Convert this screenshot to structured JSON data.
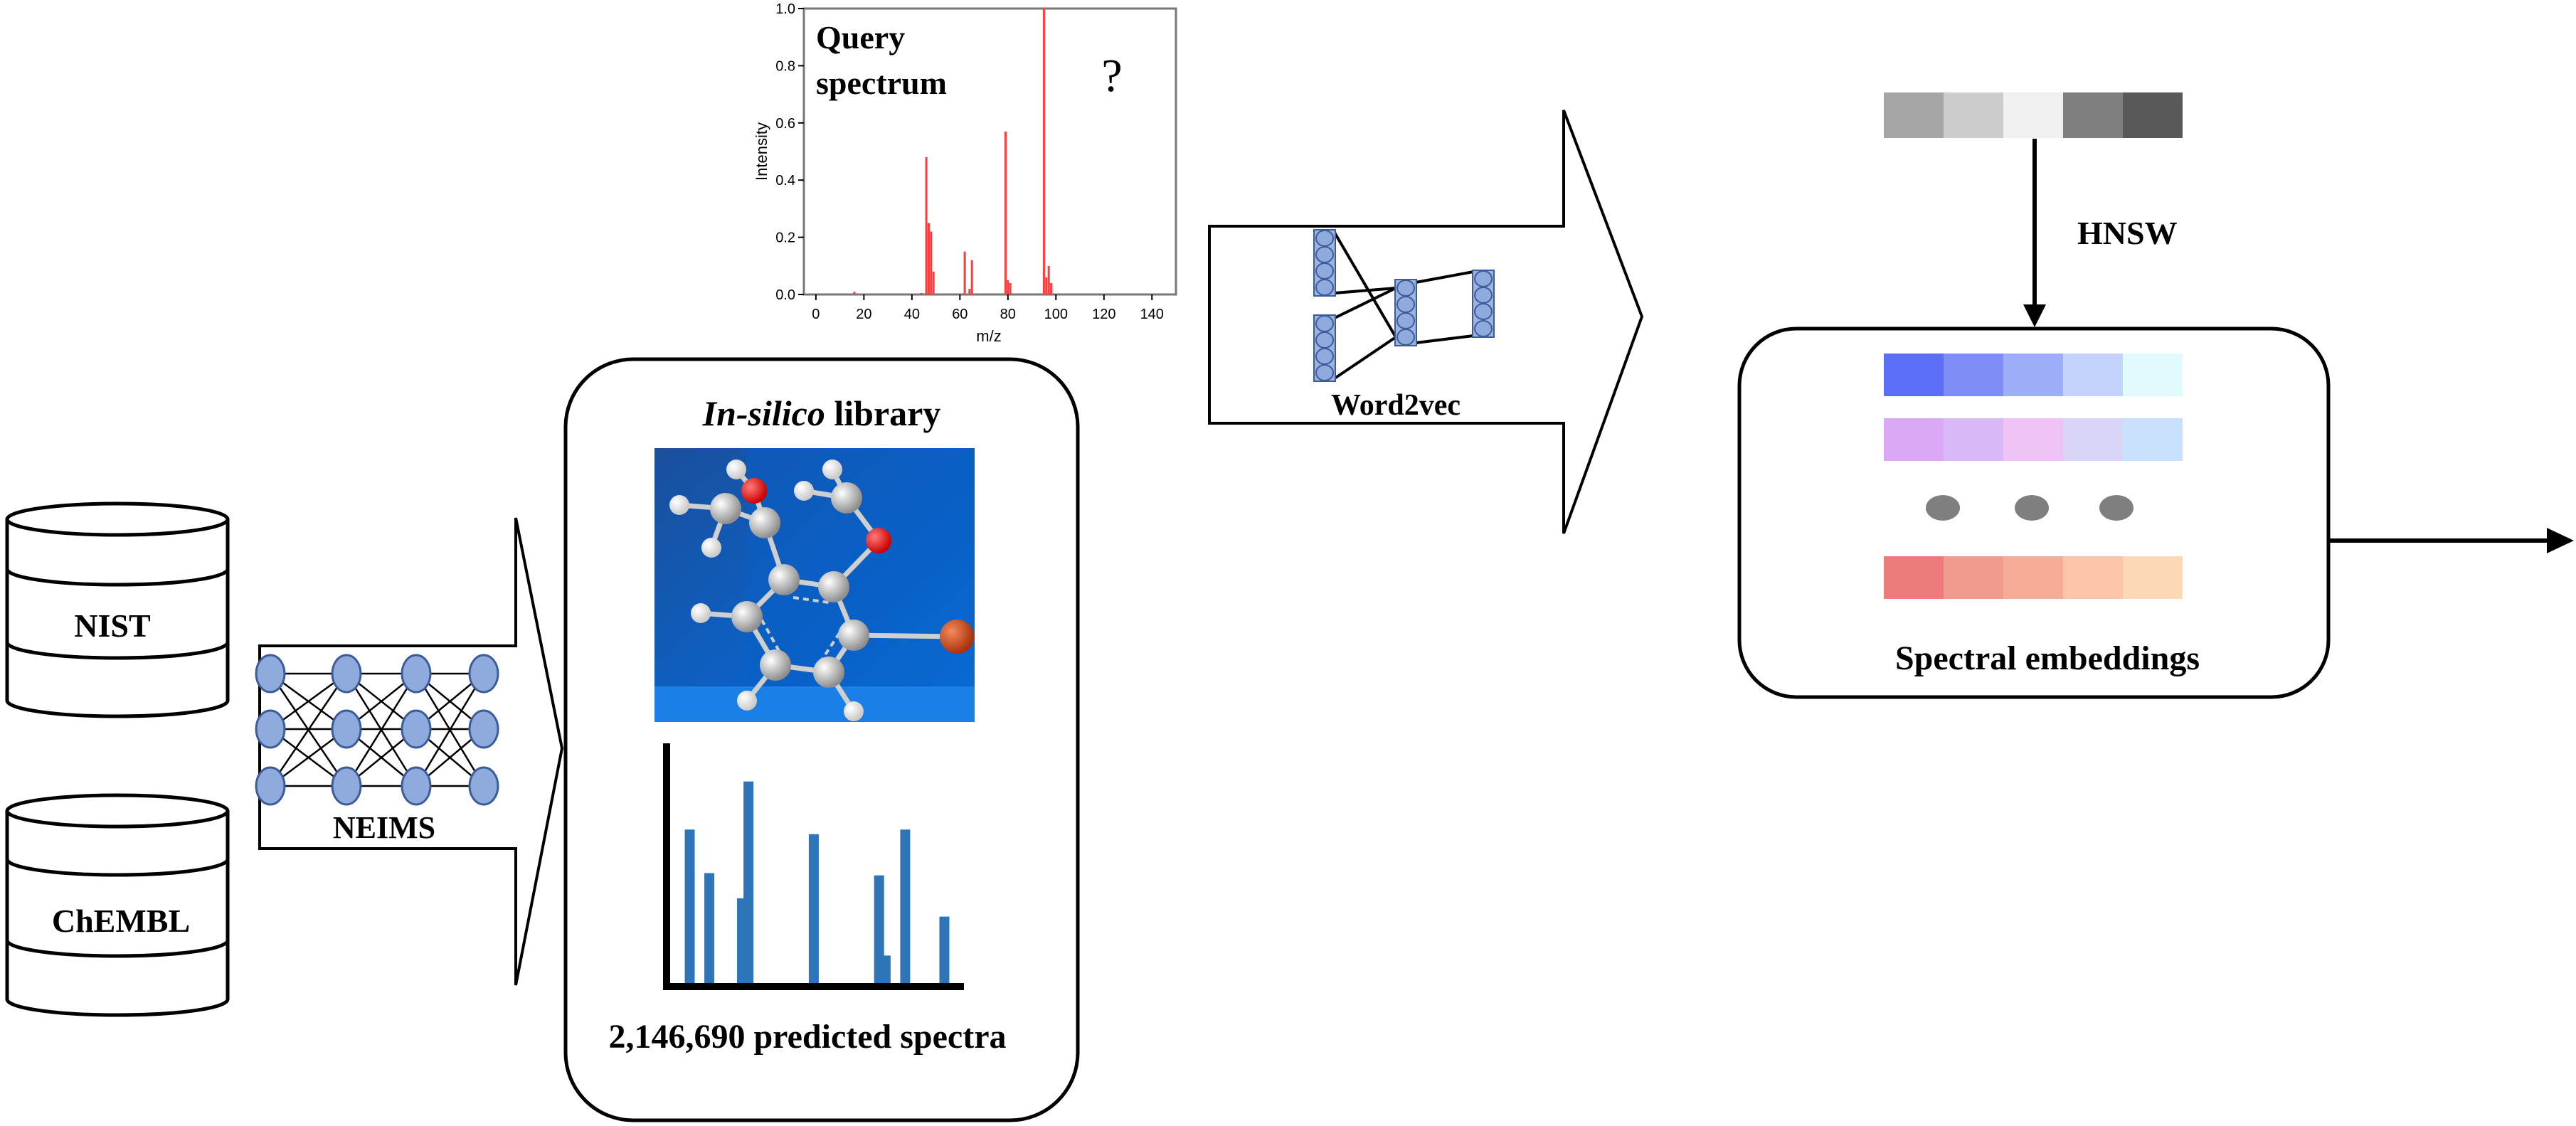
{
  "databases": [
    {
      "name": "NIST"
    },
    {
      "name": "ChEMBL"
    }
  ],
  "models": {
    "neims_label": "NEIMS",
    "word2vec_label": "Word2vec",
    "hnsw_label": "HNSW"
  },
  "library": {
    "title_italic": "In-silico",
    "title_rest": " library",
    "count_label": "2,146,690 predicted spectra"
  },
  "query": {
    "title_line1": "Query",
    "title_line2": "spectrum",
    "question_mark": "?"
  },
  "embeddings": {
    "label": "Spectral embeddings",
    "query_vector_colors": [
      "#a6a6a6",
      "#cccccc",
      "#f0f0f0",
      "#7f7f7f",
      "#595959"
    ],
    "rows": [
      [
        "#5b6ef5",
        "#7d8ef7",
        "#9eadf8",
        "#c3d3fb",
        "#e1fbfd"
      ],
      [
        "#dba8f5",
        "#d9b8f7",
        "#efc3f5",
        "#d9d5f7",
        "#c8e0fb"
      ],
      [
        "#ee7b7b",
        "#f19a8e",
        "#f5ad98",
        "#fcc5a8",
        "#fdd8b4"
      ]
    ]
  },
  "colors": {
    "query_spectrum": "#ff3b3b",
    "library_spectrum": "#2e74b8",
    "node_fill": "#8faadc",
    "node_stroke": "#3b5b9a"
  },
  "chart_data": [
    {
      "type": "bar",
      "x": [
        16,
        44,
        46,
        47,
        48,
        49,
        62,
        64,
        65,
        79,
        80,
        81,
        95,
        96,
        97,
        98
      ],
      "values": [
        0.01,
        0.005,
        0.48,
        0.25,
        0.22,
        0.08,
        0.15,
        0.02,
        0.12,
        0.57,
        0.05,
        0.04,
        1.0,
        0.06,
        0.1,
        0.04
      ],
      "xlabel": "m/z",
      "ylabel": "Intensity",
      "xlim": [
        -5,
        150
      ],
      "ylim": [
        0,
        1.0
      ],
      "xticks": [
        0,
        20,
        40,
        60,
        80,
        100,
        120,
        140
      ],
      "yticks": [
        0.0,
        0.2,
        0.4,
        0.6,
        0.8,
        1.0
      ]
    },
    {
      "type": "bar",
      "x": [
        3,
        6,
        11,
        12,
        22,
        32,
        33,
        36,
        42
      ],
      "values": [
        0.67,
        0.48,
        0.37,
        0.88,
        0.65,
        0.47,
        0.12,
        0.67,
        0.29
      ],
      "xlim": [
        0,
        45
      ],
      "ylim": [
        0,
        1.0
      ]
    }
  ]
}
